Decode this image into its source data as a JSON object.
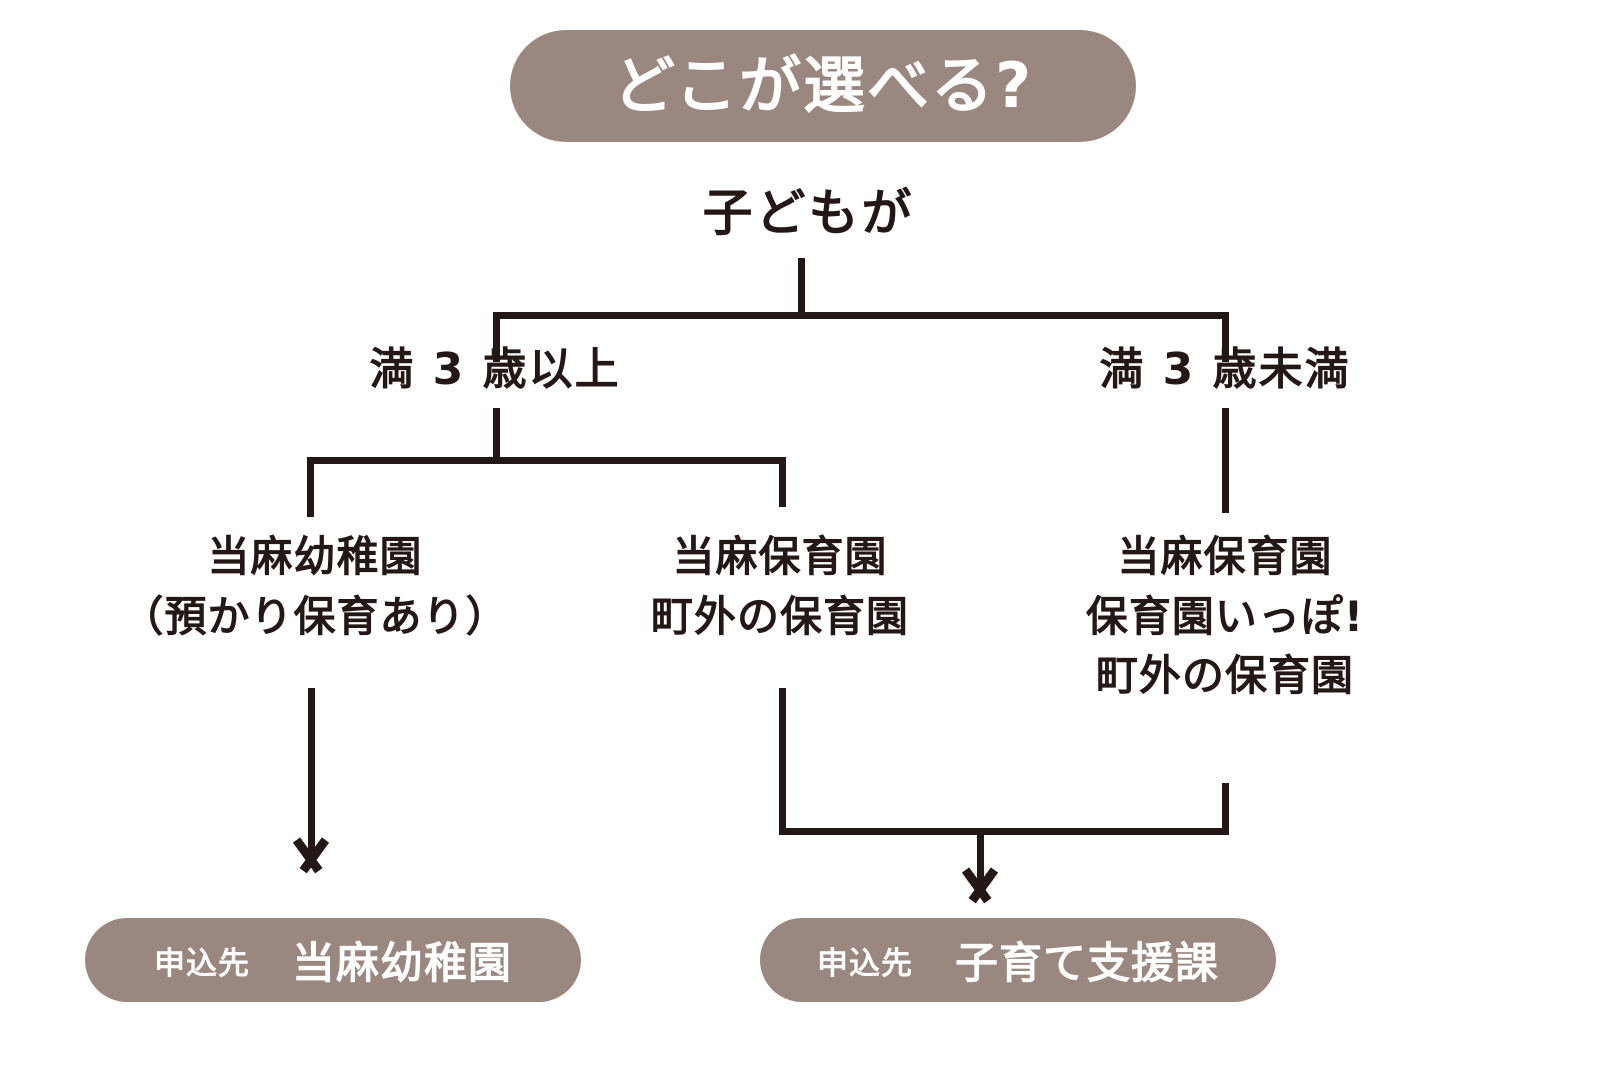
{
  "diagram": {
    "title": "どこが選べる?",
    "root": "子どもが",
    "branches": {
      "left_label": "満 3 歳以上",
      "right_label": "満 3 歳未満"
    },
    "leaves": {
      "kindergarten": {
        "line1": "当麻幼稚園",
        "line2": "（預かり保育あり）"
      },
      "nursery_mid": {
        "line1": "当麻保育園",
        "line2": "町外の保育園"
      },
      "nursery_right": {
        "line1": "当麻保育園",
        "line2": "保育園いっぽ!",
        "line3": "町外の保育園"
      }
    },
    "results": {
      "left": {
        "label": "申込先",
        "value": "当麻幼稚園"
      },
      "right": {
        "label": "申込先",
        "value": "子育て支援課"
      }
    },
    "colors": {
      "pill_brown": "#9a8880",
      "ink": "#231815",
      "background": "#ffffff",
      "pill_text": "#ffffff"
    }
  }
}
